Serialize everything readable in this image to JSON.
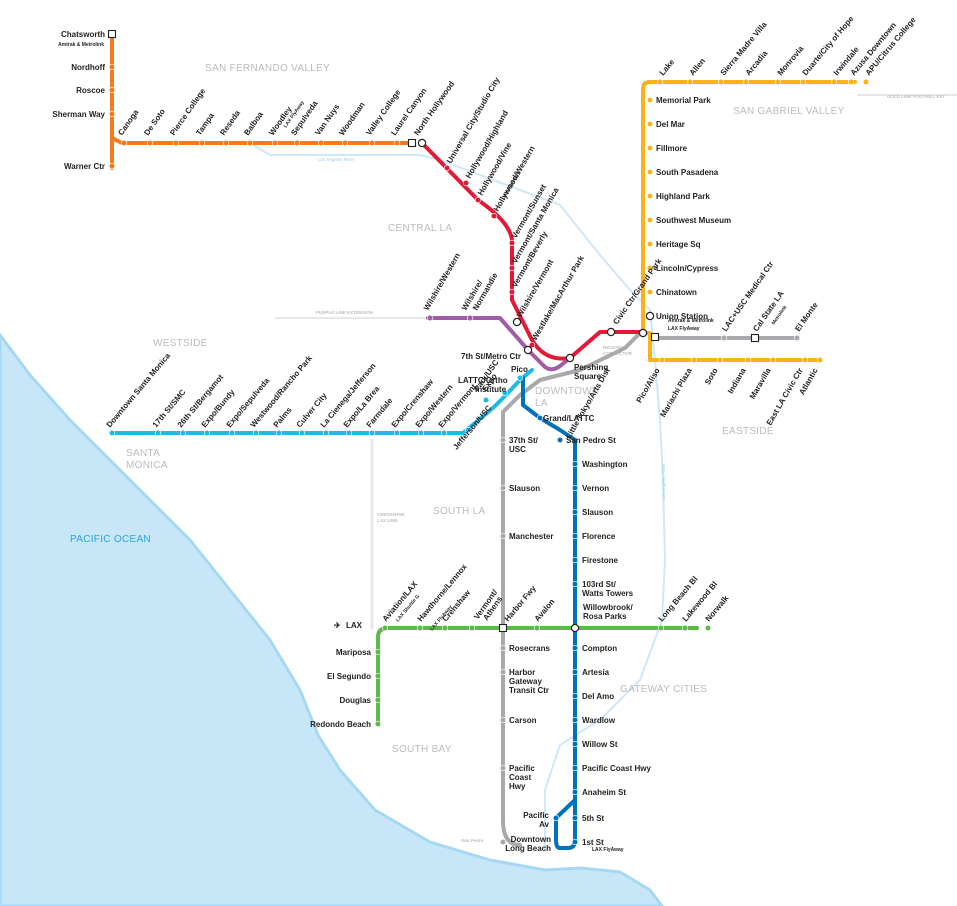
{
  "colors": {
    "orange": "#f47a20",
    "red": "#e31937",
    "purple": "#a05da5",
    "gold": "#fbb216",
    "expo": "#1fb9e9",
    "blue": "#0072bc",
    "green": "#5ab947",
    "silver": "#a7a9ac",
    "ocean": "#c7e7f8",
    "coast": "#a6d8f4"
  },
  "regions": {
    "sfv": "SAN FERNANDO VALLEY",
    "sgv": "SAN GABRIEL VALLEY",
    "central": "CENTRAL LA",
    "westside": "WESTSIDE",
    "downtown1": "DOWNTOWN",
    "downtown2": "LA",
    "santamonica1": "SANTA",
    "santamonica2": "MONICA",
    "eastside": "EASTSIDE",
    "southla": "SOUTH LA",
    "gateway": "GATEWAY CITIES",
    "southbay": "SOUTH BAY",
    "ocean": "PACIFIC OCEAN"
  },
  "notes": {
    "gold_ext": "GOLD LINE FOOTHILL EXT",
    "purple_ext": "PURPLE LINE EXTENSION",
    "regional1": "REGIONAL",
    "regional2": "CONNECTOR",
    "crenshaw1": "CRENSHAW/",
    "crenshaw2": "LAX LINE",
    "river_top": "Los Angeles River",
    "river_right": "Los Angeles River",
    "sanpedro": "San Pedro"
  },
  "transfer_notes": {
    "amtrak": "Amtrak & Metrolink",
    "laxflyaway": "LAX FlyAway",
    "laxshuttle": "LAX Shuttle G",
    "metrolink": "Metrolink"
  },
  "orange_line": {
    "stations": [
      "Chatsworth",
      "Nordhoff",
      "Roscoe",
      "Sherman Way",
      "Warner Ctr"
    ],
    "valley_stations": [
      "Canoga",
      "De Soto",
      "Pierce College",
      "Tampa",
      "Reseda",
      "Balboa",
      "Woodley",
      "Sepulveda",
      "Van Nuys",
      "Woodman",
      "Valley College",
      "Laurel Canyon",
      "North Hollywood"
    ]
  },
  "red_line": {
    "stations": [
      "Universal City/Studio City",
      "Hollywood/Highland",
      "Hollywood/Vine",
      "Hollywood/Western",
      "Vermont/Sunset",
      "Vermont/Santa Monica",
      "Vermont/Beverly",
      "Wilshire/Vermont",
      "Westlake/MacArthur Park",
      "Civic Ctr/Grand Park"
    ]
  },
  "purple_line": {
    "stations": [
      "Wilshire/Western",
      "Wilshire/Normandie",
      "7th St/Metro Ctr",
      "Pershing Square"
    ]
  },
  "gold_line": {
    "top_stations": [
      "Lake",
      "Allen",
      "Sierra Madre Villa",
      "Arcadia",
      "Monrovia",
      "Duarte/City of Hope",
      "Irwindale",
      "Azusa Downtown",
      "APU/Citrus College"
    ],
    "stations": [
      "Memorial Park",
      "Del Mar",
      "Fillmore",
      "South Pasadena",
      "Highland Park",
      "Southwest Museum",
      "Heritage Sq",
      "Lincoln/Cypress",
      "Chinatown",
      "Union Station"
    ],
    "east_stations": [
      "Little Tokyo/Arts Dist",
      "Pico/Aliso",
      "Mariachi Plaza",
      "Soto",
      "Indiana",
      "Maravilla",
      "East LA Civic Ctr",
      "Atlantic"
    ]
  },
  "silver_line": {
    "east_stations": [
      "LAC+USC Medical Ctr",
      "Cal State LA",
      "El Monte"
    ],
    "south_stations": [
      "37th St/ USC",
      "Slauson",
      "Manchester",
      "Harbor Fwy",
      "Rosecrans",
      "Harbor Gateway Transit Ctr",
      "Carson",
      "Pacific Coast Hwy",
      "Downtown Long Beach"
    ]
  },
  "expo_line": {
    "stations": [
      "Downtown Santa Monica",
      "17th St/SMC",
      "26th St/Bergamot",
      "Expo/Bundy",
      "Expo/Sepulveda",
      "Westwood/Rancho Park",
      "Palms",
      "Culver City",
      "La Cienega/Jefferson",
      "Expo/La Brea",
      "Farmdale",
      "Expo/Crenshaw",
      "Expo/Western",
      "Expo/Vermont",
      "Expo Park/USC",
      "Jefferson/USC",
      "LATTC/Ortho Institute",
      "Pico"
    ]
  },
  "blue_line": {
    "stations": [
      "Grand/LATTC",
      "San Pedro St",
      "Washington",
      "Vernon",
      "Slauson",
      "Florence",
      "Firestone",
      "103rd St/ Watts Towers",
      "Willowbrook/ Rosa Parks",
      "Compton",
      "Artesia",
      "Del Amo",
      "Wardlow",
      "Willow St",
      "Pacific Coast Hwy",
      "Anaheim St",
      "5th St",
      "1st St",
      "Pacific Av"
    ]
  },
  "green_line": {
    "stations": [
      "Aviation/LAX",
      "Hawthorne/Lennox",
      "Crenshaw",
      "Vermont/ Athens",
      "Avalon",
      "Long Beach Bl",
      "Lakewood Bl",
      "Norwalk"
    ],
    "south_stations": [
      "Mariposa",
      "El Segundo",
      "Douglas",
      "Redondo Beach"
    ],
    "lax_label": "LAX"
  }
}
